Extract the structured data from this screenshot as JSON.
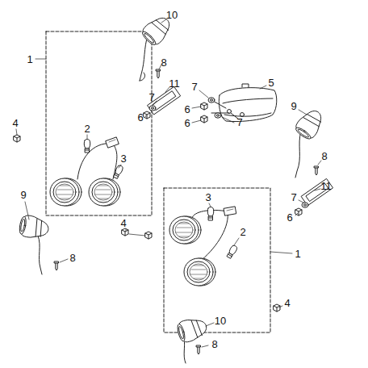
{
  "diagram": {
    "labels": [
      "10",
      "8",
      "11",
      "5",
      "7",
      "7",
      "6",
      "6",
      "6",
      "7",
      "1",
      "2",
      "3",
      "4",
      "9",
      "8",
      "11",
      "7",
      "6",
      "9",
      "8",
      "3",
      "4",
      "2",
      "1",
      "4",
      "10",
      "8"
    ]
  }
}
